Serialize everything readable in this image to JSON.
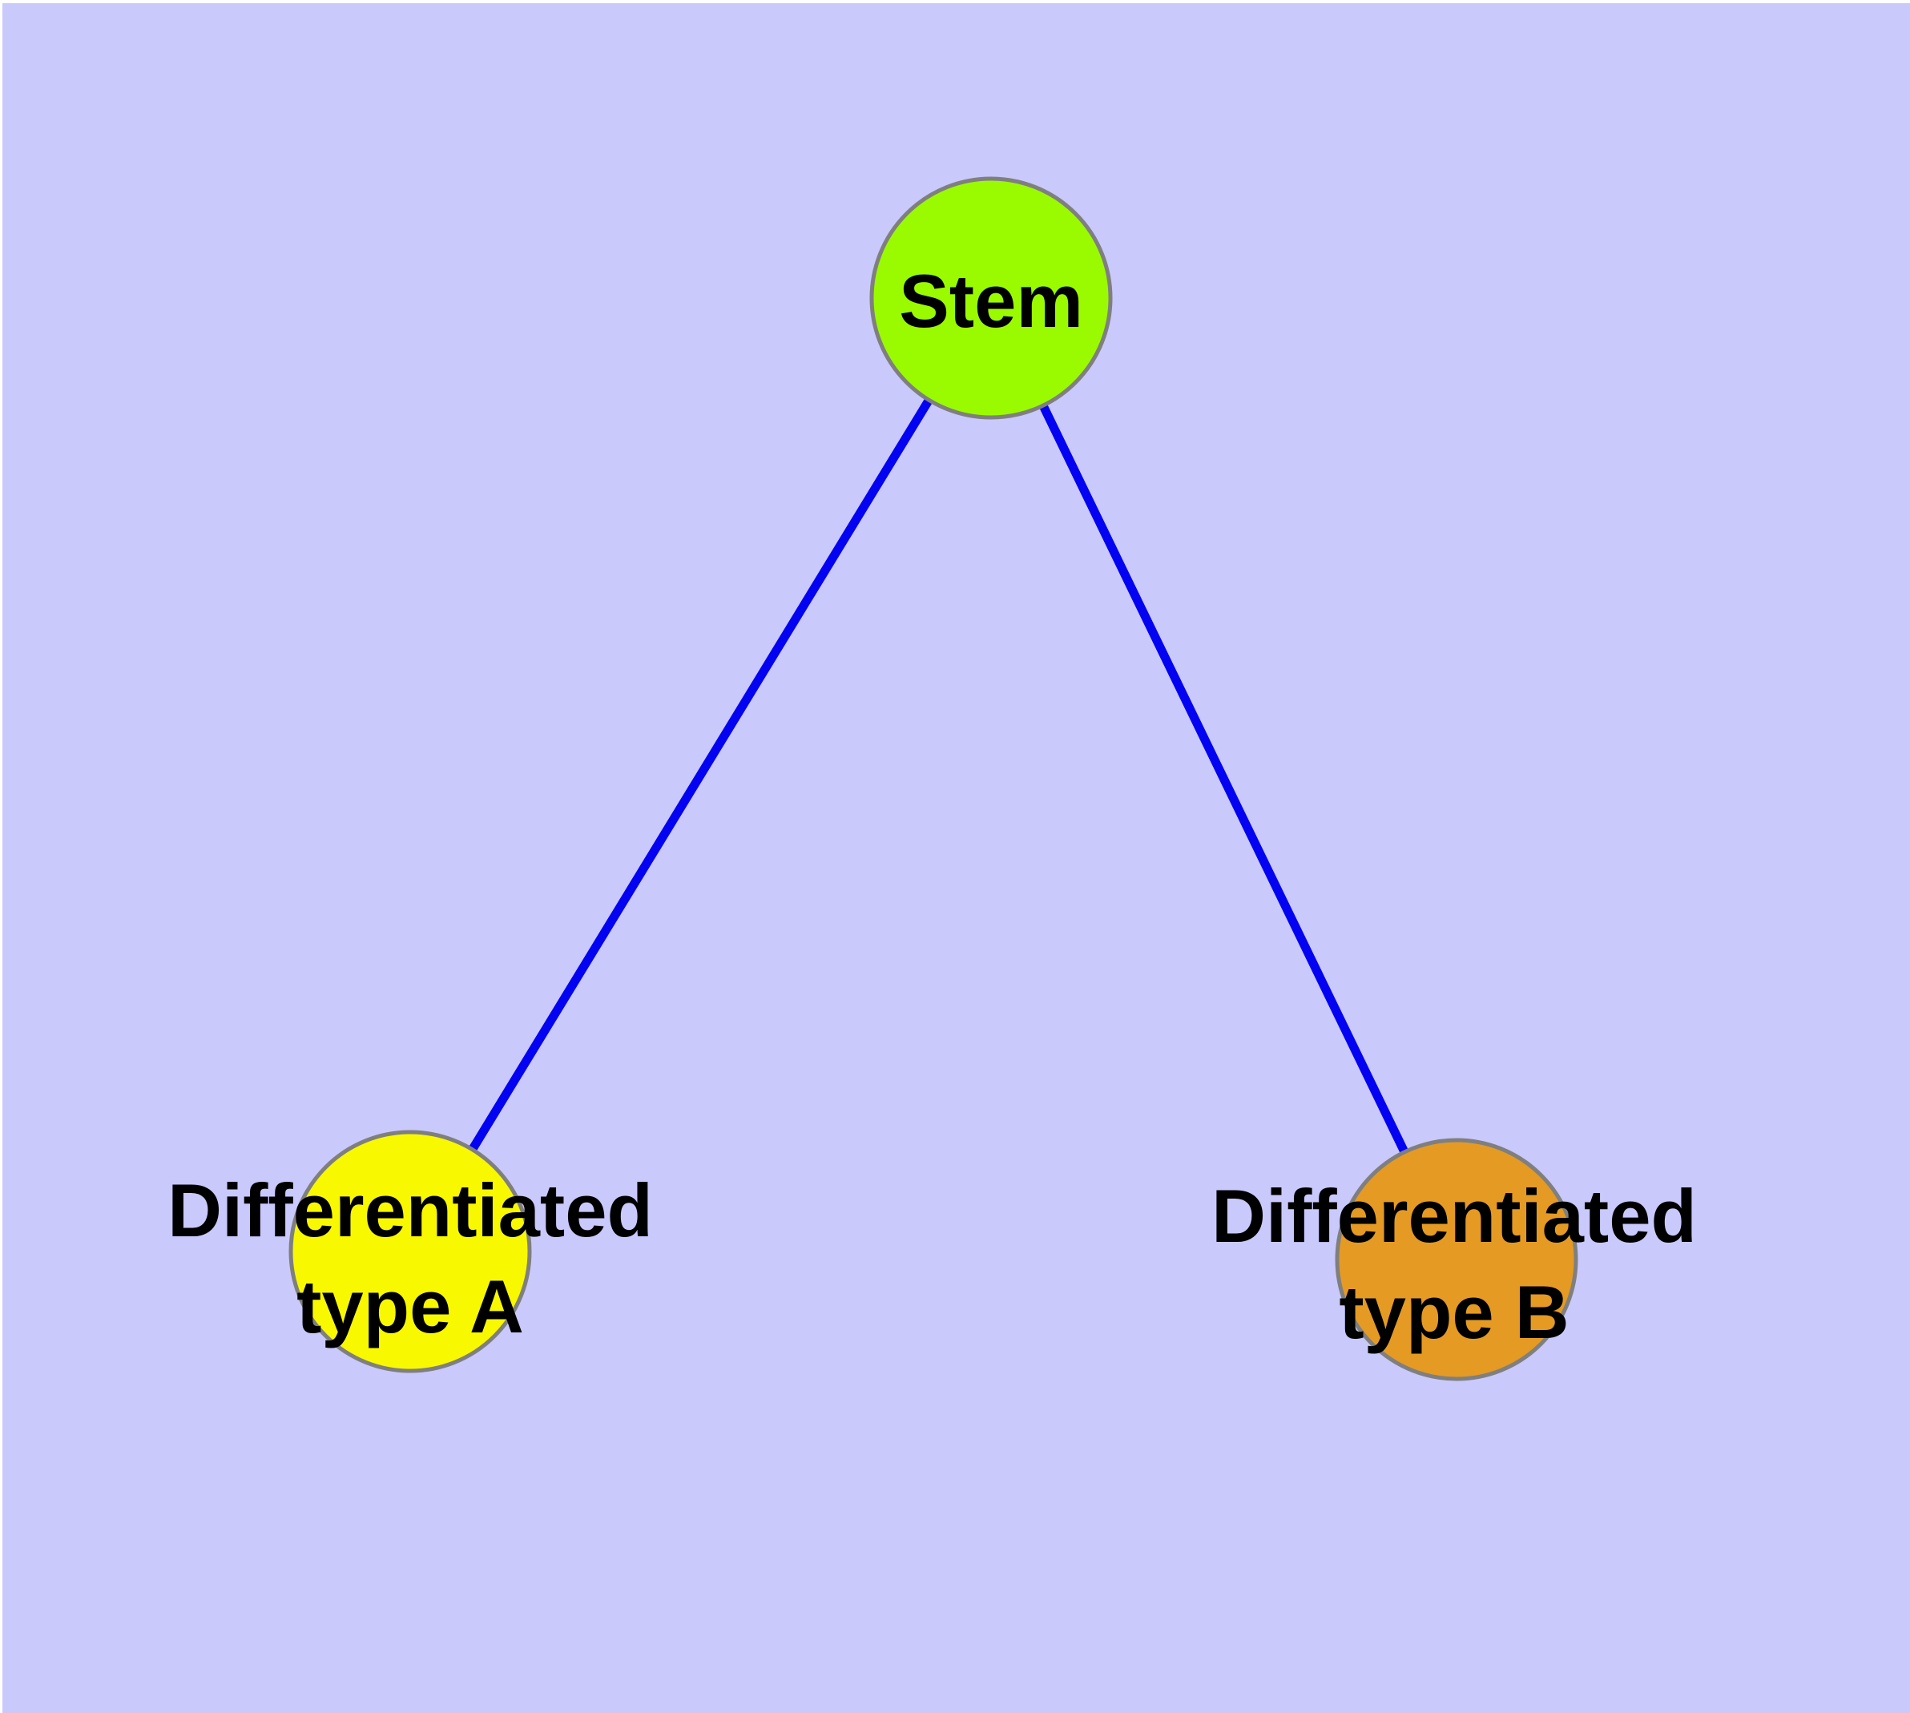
{
  "diagram": {
    "type": "node-link-graph",
    "colors": {
      "background": "#C9C9FB",
      "page_margin": "#FFFFFF",
      "node_border": "#7F7F7F",
      "edge": "#0303F2",
      "label_text": "#000000"
    },
    "nodes": [
      {
        "id": "stem",
        "lines": [
          "Stem"
        ],
        "fill": "#9AFB00"
      },
      {
        "id": "differentiated-type-a",
        "lines": [
          "Differentiated",
          "type A"
        ],
        "fill": "#F8F800"
      },
      {
        "id": "differentiated-type-b",
        "lines": [
          "Differentiated",
          "type B"
        ],
        "fill": "#E59A24"
      }
    ],
    "edges": [
      {
        "from": "stem",
        "to": "differentiated-type-a"
      },
      {
        "from": "stem",
        "to": "differentiated-type-b"
      }
    ]
  }
}
